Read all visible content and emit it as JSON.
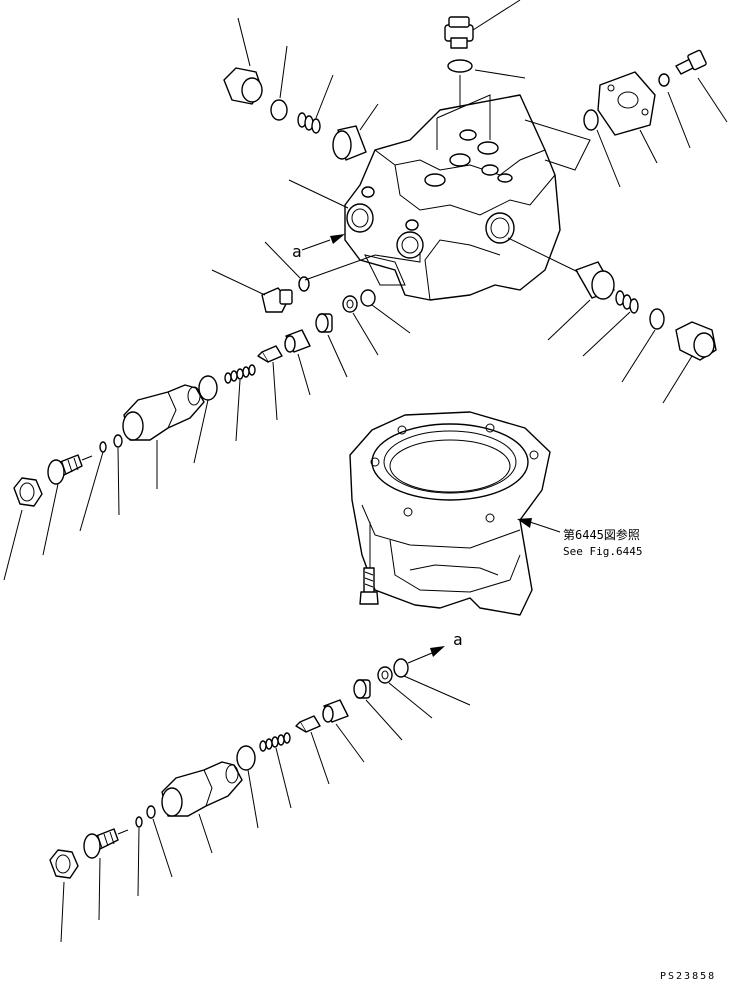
{
  "diagram": {
    "ref_label_top": "a",
    "ref_label_bottom": "a",
    "see_fig_jp": "第6445図参照",
    "see_fig_en": "See Fig.6445",
    "drawing_number": "PS23858"
  }
}
